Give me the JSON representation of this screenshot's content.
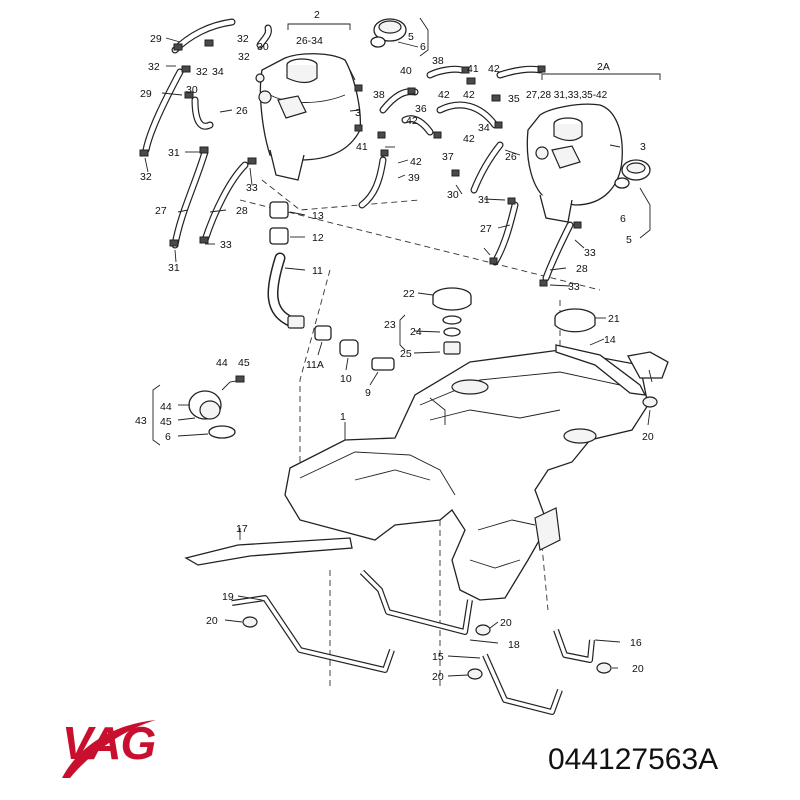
{
  "brand": {
    "name": "VAG",
    "color": "#c8102e",
    "logo_icon": "swoosh-arc-icon"
  },
  "part_number": "044127563A",
  "callouts": [
    {
      "id": "c-2",
      "text": "2"
    },
    {
      "id": "c-26-34",
      "text": "26-34"
    },
    {
      "id": "c-29a",
      "text": "29"
    },
    {
      "id": "c-32a",
      "text": "32"
    },
    {
      "id": "c-32b",
      "text": "32"
    },
    {
      "id": "c-30a",
      "text": "30"
    },
    {
      "id": "c-32c",
      "text": "32"
    },
    {
      "id": "c-32d",
      "text": "32"
    },
    {
      "id": "c-34a",
      "text": "34"
    },
    {
      "id": "c-5a",
      "text": "5"
    },
    {
      "id": "c-6a",
      "text": "6"
    },
    {
      "id": "c-29b",
      "text": "29"
    },
    {
      "id": "c-30b",
      "text": "30"
    },
    {
      "id": "c-26a",
      "text": "26"
    },
    {
      "id": "c-3a",
      "text": "3"
    },
    {
      "id": "c-31a",
      "text": "31"
    },
    {
      "id": "c-32e",
      "text": "32"
    },
    {
      "id": "c-33a",
      "text": "33"
    },
    {
      "id": "c-27a",
      "text": "27"
    },
    {
      "id": "c-28a",
      "text": "28"
    },
    {
      "id": "c-33b",
      "text": "33"
    },
    {
      "id": "c-31b",
      "text": "31"
    },
    {
      "id": "c-13",
      "text": "13"
    },
    {
      "id": "c-12",
      "text": "12"
    },
    {
      "id": "c-11",
      "text": "11"
    },
    {
      "id": "c-38a",
      "text": "38"
    },
    {
      "id": "c-40",
      "text": "40"
    },
    {
      "id": "c-41a",
      "text": "41"
    },
    {
      "id": "c-42a",
      "text": "42"
    },
    {
      "id": "c-42b",
      "text": "42"
    },
    {
      "id": "c-38b",
      "text": "38"
    },
    {
      "id": "c-35",
      "text": "35"
    },
    {
      "id": "c-36",
      "text": "36"
    },
    {
      "id": "c-42c",
      "text": "42"
    },
    {
      "id": "c-42d",
      "text": "42"
    },
    {
      "id": "c-34b",
      "text": "34"
    },
    {
      "id": "c-42e",
      "text": "42"
    },
    {
      "id": "c-41b",
      "text": "41"
    },
    {
      "id": "c-42f",
      "text": "42"
    },
    {
      "id": "c-37",
      "text": "37"
    },
    {
      "id": "c-39",
      "text": "39"
    },
    {
      "id": "c-2A",
      "text": "2A"
    },
    {
      "id": "c-2A-range",
      "text": "27,28 31,33,35-42"
    },
    {
      "id": "c-3b",
      "text": "3"
    },
    {
      "id": "c-26b",
      "text": "26"
    },
    {
      "id": "c-30c",
      "text": "30"
    },
    {
      "id": "c-31c",
      "text": "31"
    },
    {
      "id": "c-6b",
      "text": "6"
    },
    {
      "id": "c-5b",
      "text": "5"
    },
    {
      "id": "c-27b",
      "text": "27"
    },
    {
      "id": "c-33c",
      "text": "33"
    },
    {
      "id": "c-28b",
      "text": "28"
    },
    {
      "id": "c-33d",
      "text": "33"
    },
    {
      "id": "c-22",
      "text": "22"
    },
    {
      "id": "c-23",
      "text": "23"
    },
    {
      "id": "c-24",
      "text": "24"
    },
    {
      "id": "c-25",
      "text": "25"
    },
    {
      "id": "c-21",
      "text": "21"
    },
    {
      "id": "c-14",
      "text": "14"
    },
    {
      "id": "c-11A",
      "text": "11A"
    },
    {
      "id": "c-10",
      "text": "10"
    },
    {
      "id": "c-9",
      "text": "9"
    },
    {
      "id": "c-44a",
      "text": "44"
    },
    {
      "id": "c-45a",
      "text": "45"
    },
    {
      "id": "c-43",
      "text": "43"
    },
    {
      "id": "c-44b",
      "text": "44"
    },
    {
      "id": "c-45b",
      "text": "45"
    },
    {
      "id": "c-6c",
      "text": "6"
    },
    {
      "id": "c-1",
      "text": "1"
    },
    {
      "id": "c-20a",
      "text": "20"
    },
    {
      "id": "c-17",
      "text": "17"
    },
    {
      "id": "c-19",
      "text": "19"
    },
    {
      "id": "c-20b",
      "text": "20"
    },
    {
      "id": "c-20c",
      "text": "20"
    },
    {
      "id": "c-18",
      "text": "18"
    },
    {
      "id": "c-16",
      "text": "16"
    },
    {
      "id": "c-15",
      "text": "15"
    },
    {
      "id": "c-20d",
      "text": "20"
    },
    {
      "id": "c-20e",
      "text": "20"
    }
  ]
}
